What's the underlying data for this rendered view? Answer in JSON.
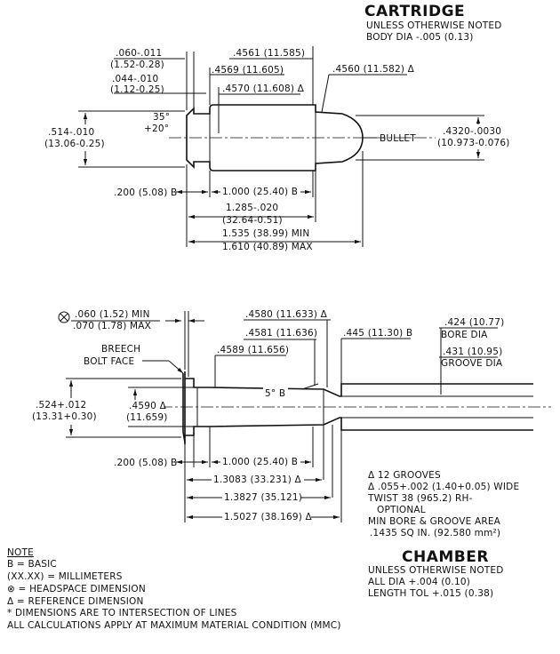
{
  "cartridge": {
    "title": "CARTRIDGE",
    "notes": [
      "UNLESS OTHERWISE NOTED",
      "BODY DIA -.005 (0.13)"
    ],
    "dims": {
      "rim_thk_1": ".060-.011",
      "rim_thk_2": "(1.52-0.28)",
      "rim_grv_1": ".044-.010",
      "rim_grv_2": "(1.12-0.25)",
      "body_near": ".4561 (11.585)",
      "body_rim": ".4569 (11.605)",
      "body_mid": ".4570 (11.608) Δ",
      "mouth": ".4560 (11.582) Δ",
      "angle_1": "35°",
      "angle_2": "+20°",
      "rim_dia_1": ".514-.010",
      "rim_dia_2": "(13.06-0.25)",
      "bullet": "BULLET",
      "bullet_dia_1": ".4320-.0030",
      "bullet_dia_2": "(10.973-0.076)",
      "base": ".200 (5.08) B",
      "basic_len": "1.000 (25.40) B",
      "case_len_1": "1.285-.020",
      "case_len_2": "(32.64-0.51)",
      "oal_1": "1.535 (38.99) MIN",
      "oal_2": "1.610 (40.89) MAX"
    }
  },
  "chamber": {
    "title": "CHAMBER",
    "notes": [
      "UNLESS OTHERWISE NOTED",
      "ALL DIA +.004 (0.10)",
      "LENGTH TOL +.015 (0.38)"
    ],
    "dims": {
      "hs_1": ".060 (1.52) MIN",
      "hs_2": ".070 (1.78) MAX",
      "d1": ".4580 (11.633) Δ",
      "d2": ".4581 (11.636)",
      "d3": ".4589 (11.656)",
      "throat": ".445 (11.30) B",
      "bore_1": ".424 (10.77)",
      "bore_2": "BORE DIA",
      "groove_1": ".431 (10.95)",
      "groove_2": "GROOVE DIA",
      "breech_1": "BREECH",
      "breech_2": "BOLT FACE",
      "rim_dia_1": ".524+.012",
      "rim_dia_2": "(13.31+0.30)",
      "body_1": ".4590 Δ",
      "body_2": "(11.659)",
      "angle": "5° B",
      "base": ".200 (5.08) B",
      "basic_len": "1.000 (25.40) B",
      "len_1": "1.3083 (33.231) Δ",
      "len_2": "1.3827 (35.121)",
      "len_3": "1.5027 (38.169) Δ"
    },
    "rifling": [
      "Δ 12 GROOVES",
      "Δ .055+.002 (1.40+0.05) WIDE",
      "TWIST 38 (965.2) RH-",
      "OPTIONAL",
      "MIN BORE & GROOVE AREA",
      ".1435 SQ IN. (92.580 mm²)"
    ]
  },
  "note": {
    "title": "NOTE",
    "lines": [
      "B = BASIC",
      "(XX.XX) = MILLIMETERS",
      "⊗ = HEADSPACE DIMENSION",
      "Δ = REFERENCE DIMENSION",
      "* DIMENSIONS ARE TO INTERSECTION OF LINES",
      "ALL CALCULATIONS APPLY AT MAXIMUM MATERIAL CONDITION (MMC)"
    ]
  }
}
